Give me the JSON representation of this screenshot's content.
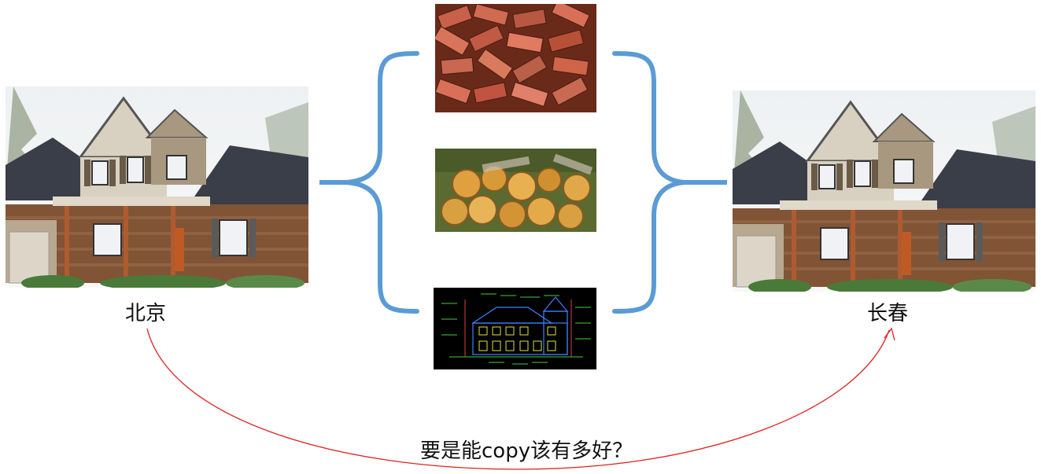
{
  "labels": {
    "left_city": "北京",
    "right_city": "长春",
    "caption": "要是能copy该有多好？"
  },
  "colors": {
    "brace": "#5b9bd5",
    "arrow": "#e02020"
  },
  "icons": {
    "left_house": "house-photo",
    "right_house": "house-photo",
    "bricks": "bricks-photo",
    "logs": "logs-photo",
    "blueprint": "blueprint-drawing"
  }
}
